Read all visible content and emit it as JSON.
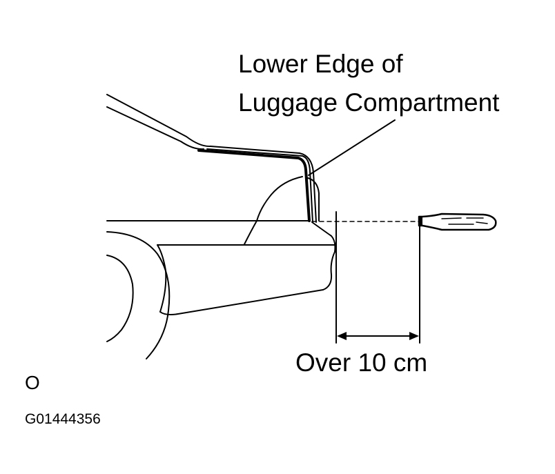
{
  "callout": {
    "line1": "Lower Edge of",
    "line2": "Luggage Compartment"
  },
  "dimension": {
    "label": "Over 10 cm"
  },
  "view_marker": "O",
  "figure_code": "G01444356",
  "colors": {
    "ink": "#000000",
    "background": "#ffffff"
  },
  "icons": {
    "light": "flashlight-icon"
  }
}
